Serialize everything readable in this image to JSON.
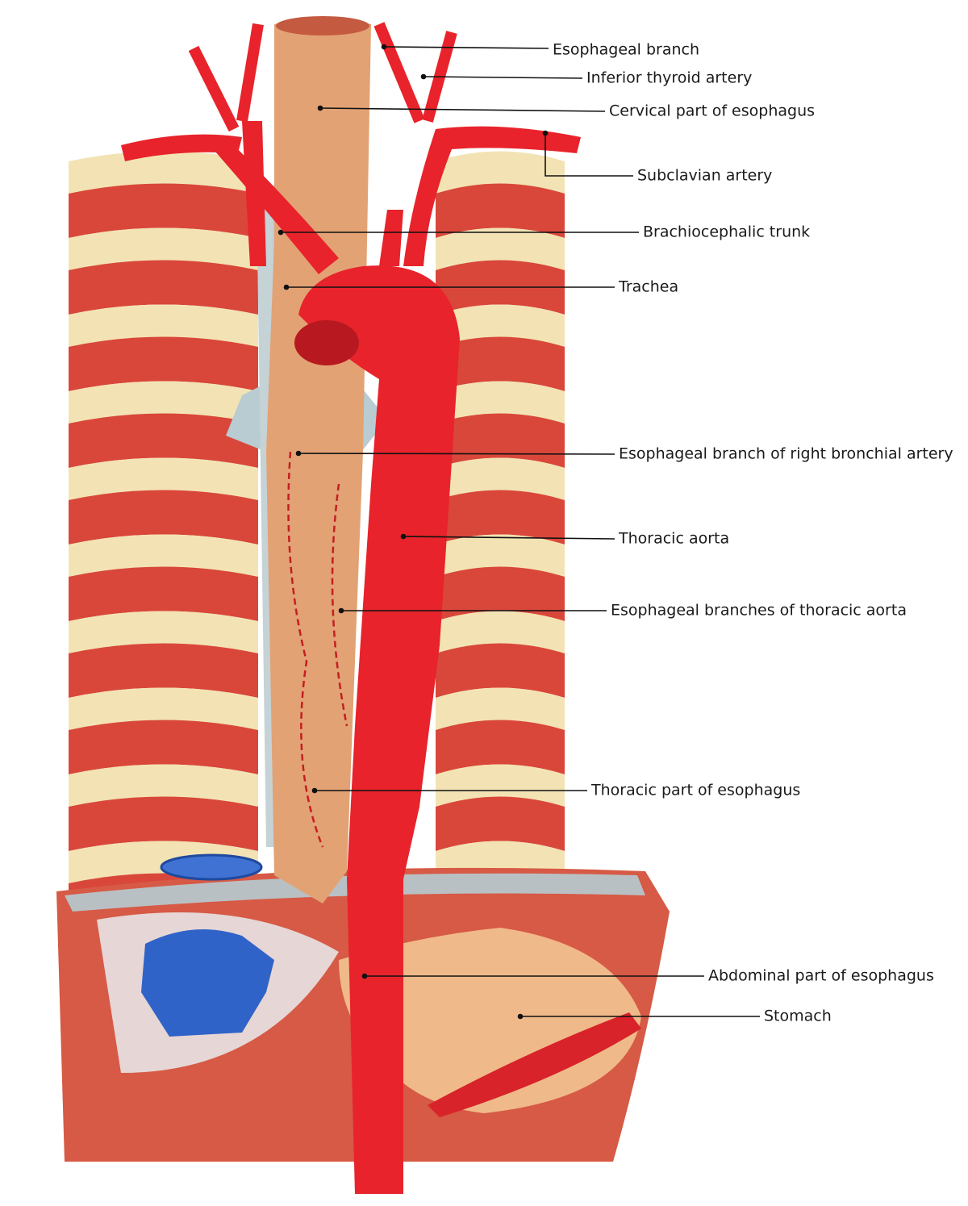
{
  "title": "Esophagus blood supply",
  "labels": [
    {
      "id": "esophageal-branch",
      "text": "Esophageal branch"
    },
    {
      "id": "inferior-thyroid-artery",
      "text": "Inferior thyroid artery"
    },
    {
      "id": "cervical-part-of-esophagus",
      "text": "Cervical part of esophagus"
    },
    {
      "id": "subclavian-artery",
      "text": "Subclavian artery"
    },
    {
      "id": "brachiocephalic-trunk",
      "text": "Brachiocephalic trunk"
    },
    {
      "id": "trachea",
      "text": "Trachea"
    },
    {
      "id": "esophageal-branch-of-right-bronchial-artery",
      "text": "Esophageal branch of right bronchial artery"
    },
    {
      "id": "thoracic-aorta",
      "text": "Thoracic aorta"
    },
    {
      "id": "esophageal-branches-of-thoracic-aorta",
      "text": "Esophageal branches of thoracic aorta"
    },
    {
      "id": "thoracic-part-of-esophagus",
      "text": "Thoracic part of esophagus"
    },
    {
      "id": "abdominal-part-of-esophagus",
      "text": "Abdominal part of esophagus"
    },
    {
      "id": "stomach",
      "text": "Stomach"
    }
  ],
  "colors": {
    "artery": "#e8232b",
    "esophagus": "#e2a274",
    "rib": "#f3e3b4",
    "muscle": "#d9473a",
    "trachea": "#b8ccd2",
    "vein": "#2f63c8"
  }
}
